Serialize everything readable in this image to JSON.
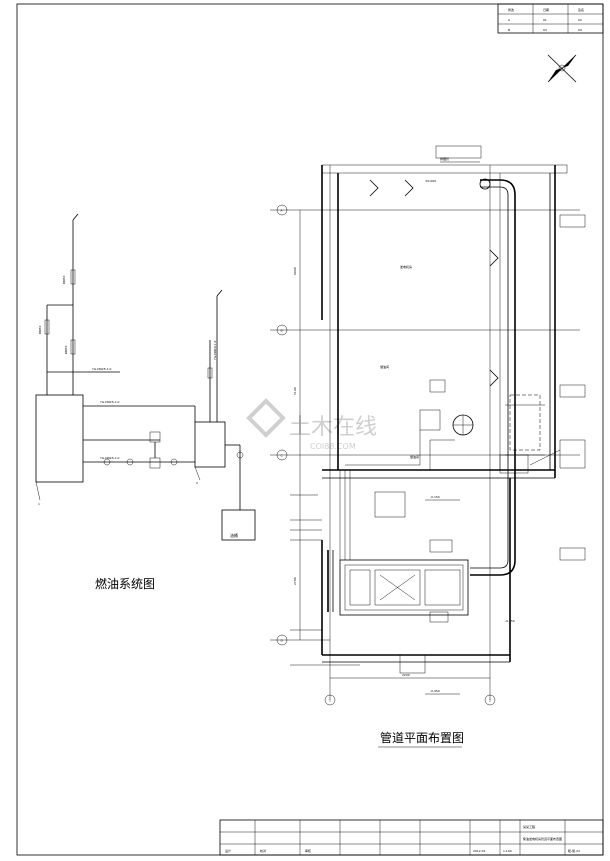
{
  "drawing": {
    "fuel_system_title": "燃油系统图",
    "pipe_layout_title": "管道平面布置图",
    "oil_tank_label": "油桶"
  },
  "watermark": {
    "text": "土木在线",
    "subtext": "COI88.COM"
  },
  "fuel_labels": {
    "vent_1": "DN50",
    "vent_2": "DN50",
    "vent_3": "DN50",
    "line_a": "YG-DN25-1.0",
    "line_b": "YG-DN25-1.0",
    "line_c": "YG-DN25-1.0",
    "line_d": "YG-DN40-1.0",
    "item_1": "1",
    "item_2": "2"
  },
  "plan_labels": {
    "elev_0": "±0.000",
    "elev_neg": "-0.150",
    "elev_neg2": "-0.450",
    "dim_6000": "6000",
    "dim_5100": "5100",
    "dim_2700": "2700",
    "dim_2200": "2200",
    "room_main": "发电机房",
    "room_side": "储油间",
    "exhaust": "排烟管",
    "axis_a": "A",
    "axis_b": "B",
    "axis_c": "C",
    "axis_d": "D",
    "axis_1": "1",
    "axis_2": "2"
  },
  "title_block": {
    "project": "某某工程",
    "drawing_name": "柴油发电机房管道平面布置图",
    "drawing_no": "暖-施-22",
    "scale": "1:100",
    "date": "2012.02",
    "designer": "设计",
    "checker": "校对",
    "approver": "审核"
  },
  "revision_table": {
    "rows": [
      [
        "修改",
        "日期",
        "签名"
      ],
      [
        "A",
        "01",
        "02"
      ],
      [
        "B",
        "03",
        "04"
      ]
    ]
  }
}
